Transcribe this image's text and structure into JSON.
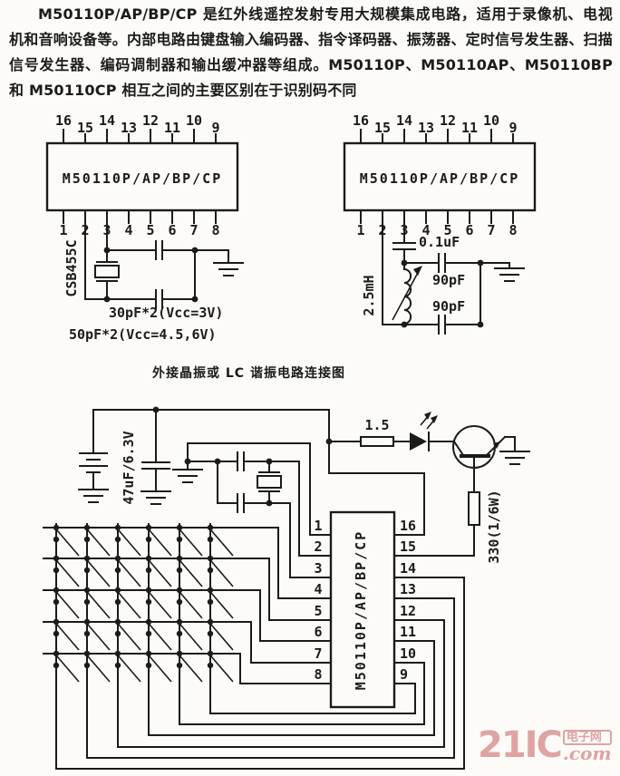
{
  "intro": {
    "text": "M50110P/AP/BP/CP 是红外线遥控发射专用大规模集成电路，适用于录像机、电视机和音响设备等。内部电路由键盘输入编码器、指令译码器、振荡器、定时信号发生器、扫描信号发生器、编码调制器和输出缓冲器等组成。M50110P、M50110AP、M50110BP 和 M50110CP 相互之间的主要区别在于识别码不同"
  },
  "caption": {
    "text": "外接晶振或 LC 谐振电路连接图"
  },
  "crystal_circuit": {
    "ic_label": "M50110P/AP/BP/CP",
    "top_pins": [
      "16",
      "15",
      "14",
      "13",
      "12",
      "11",
      "10",
      "9"
    ],
    "bottom_pins": [
      "1",
      "2",
      "3",
      "4",
      "5",
      "6",
      "7",
      "8"
    ],
    "resonator": "CSB455C",
    "note1": "30pF*2(Vcc=3V)",
    "note2": "50pF*2(Vcc=4.5,6V)"
  },
  "lc_circuit": {
    "ic_label": "M50110P/AP/BP/CP",
    "top_pins": [
      "16",
      "15",
      "14",
      "13",
      "12",
      "11",
      "10",
      "9"
    ],
    "bottom_pins": [
      "1",
      "2",
      "3",
      "4",
      "5",
      "6",
      "7",
      "8"
    ],
    "cap_series": "0.1uF",
    "inductor": "2.5mH",
    "cap_top": "90pF",
    "cap_bottom": "90pF"
  },
  "application_circuit": {
    "ic_label": "M50110P/AP/BP/CP",
    "left_pins": [
      "1",
      "2",
      "3",
      "4",
      "5",
      "6",
      "7",
      "8"
    ],
    "right_pins": [
      "16",
      "15",
      "14",
      "13",
      "12",
      "11",
      "10",
      "9"
    ],
    "battery_cap": "47uF/6.3V",
    "series_resistor": "1.5",
    "base_resistor": "330(1/6W)"
  },
  "watermark": {
    "brand": "21IC",
    "cn": "电子网",
    "tld": ".com",
    "color": "#dfa3a3"
  }
}
